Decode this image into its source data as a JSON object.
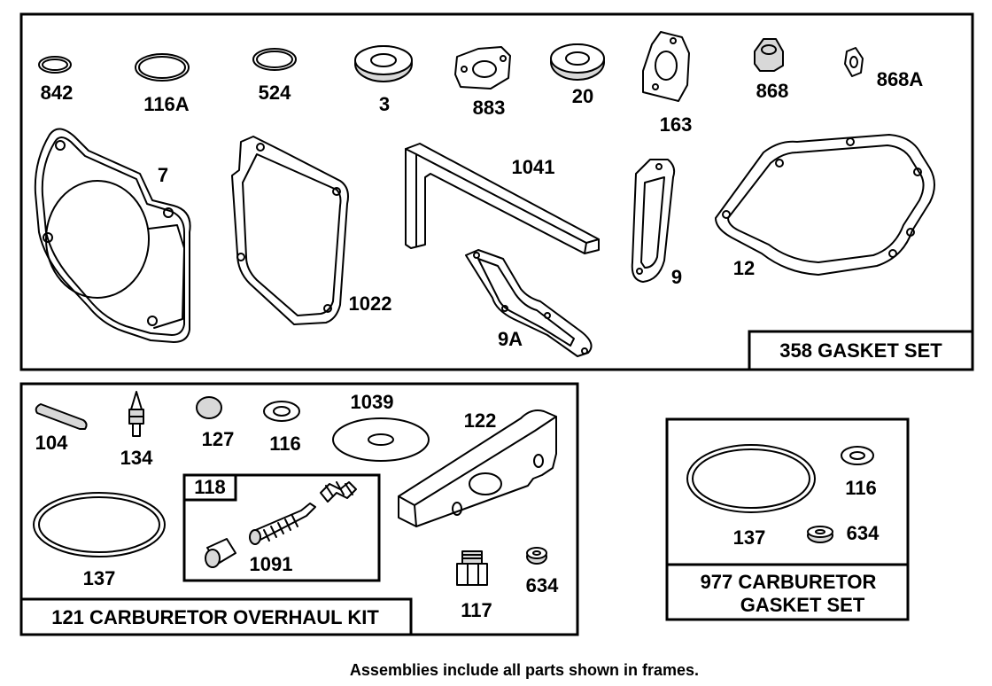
{
  "frames": {
    "gasket_set": {
      "title": "358 GASKET SET"
    },
    "carb_overhaul_kit": {
      "title": "121 CARBURETOR OVERHAUL KIT"
    },
    "sub_kit": {
      "title": "118"
    },
    "carb_gasket_set": {
      "title_line1": "977 CARBURETOR",
      "title_line2": "GASKET SET"
    }
  },
  "part_labels": {
    "p842": "842",
    "p116A": "116A",
    "p524": "524",
    "p3": "3",
    "p883": "883",
    "p20": "20",
    "p163": "163",
    "p868": "868",
    "p868A": "868A",
    "p7": "7",
    "p1041": "1041",
    "p1022": "1022",
    "p9": "9",
    "p12": "12",
    "p9A": "9A",
    "p104": "104",
    "p134": "134",
    "p127": "127",
    "p116": "116",
    "p1039": "1039",
    "p122": "122",
    "p137": "137",
    "p1091": "1091",
    "p117": "117",
    "p634": "634",
    "c137": "137",
    "c116": "116",
    "c634": "634"
  },
  "footer": {
    "note": "Assemblies include all parts shown in frames."
  }
}
